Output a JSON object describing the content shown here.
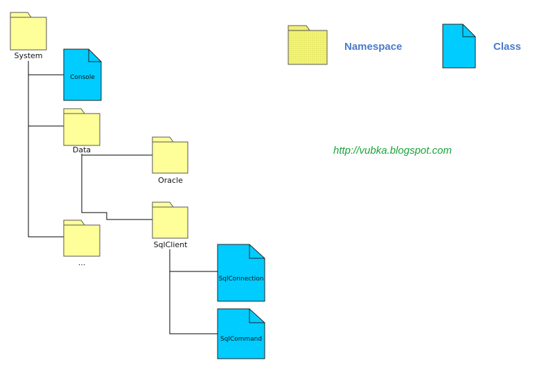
{
  "nodes": {
    "system": "System",
    "console": "Console",
    "data": "Data",
    "oracle": "Oracle",
    "more": "...",
    "sqlclient": "SqlClient",
    "sqlconnection": "SqlConnection",
    "sqlcommand": "SqlCommand"
  },
  "legend": {
    "namespace": "Namespace",
    "class": "Class"
  },
  "url": "http://vubka.blogspot.com",
  "colors": {
    "folder": "#ffff99",
    "folder_legend": "#f4f47a",
    "class": "#00ccff",
    "label_blue": "#4a7bc8",
    "url_green": "#1aa33a"
  }
}
